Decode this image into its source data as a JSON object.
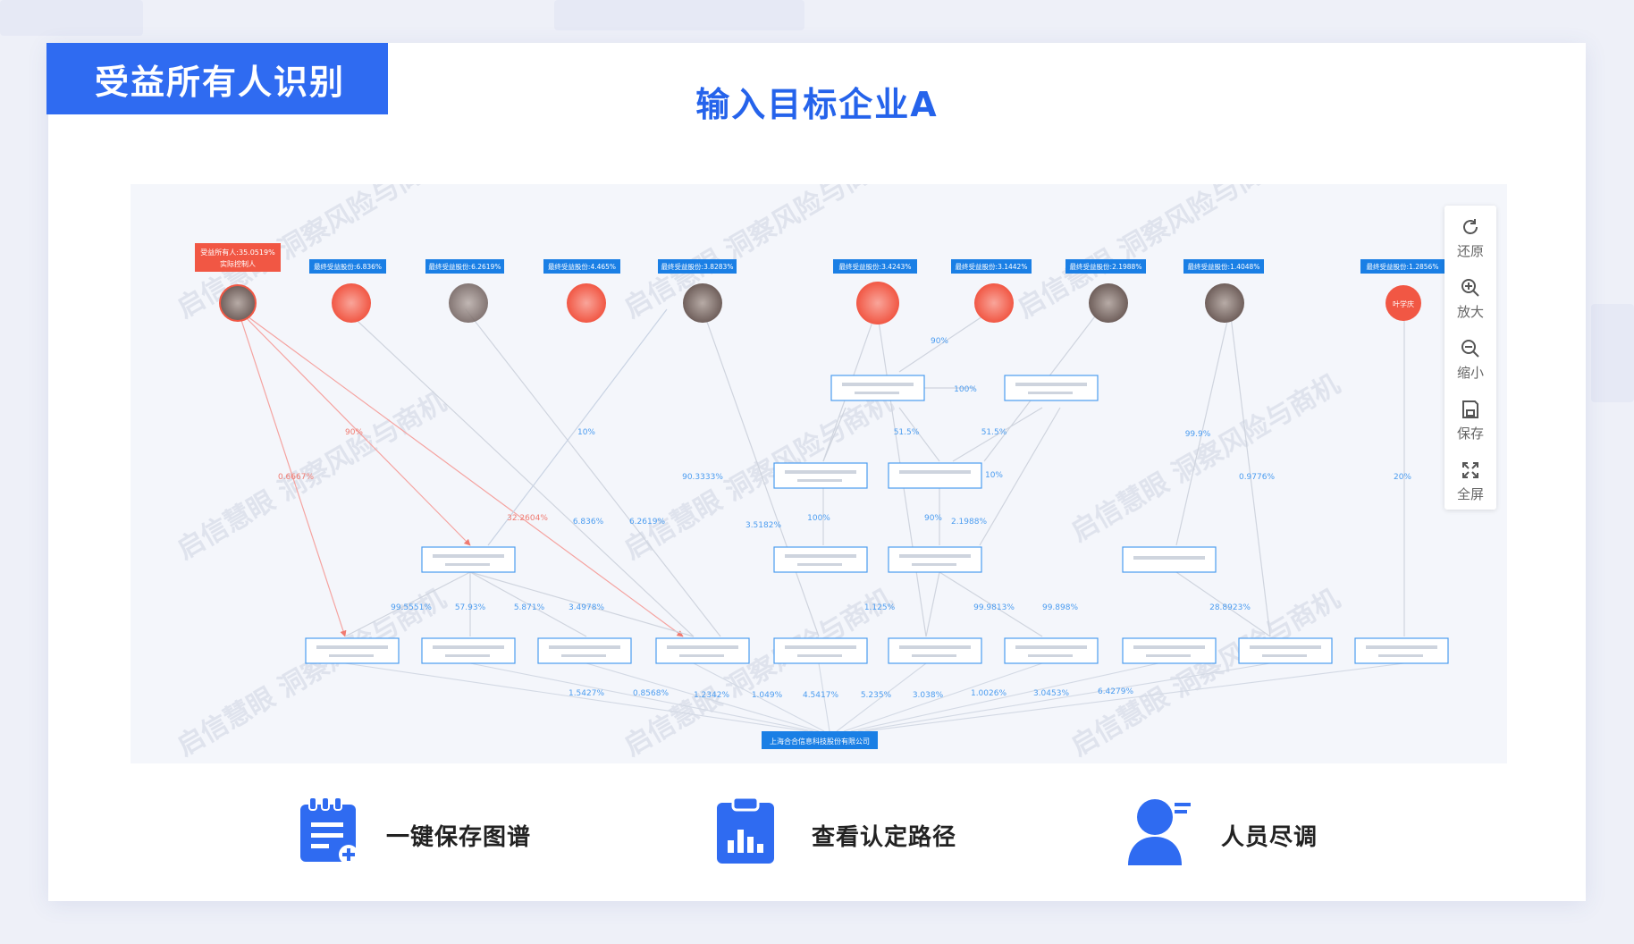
{
  "header": {
    "ribbon_title": "受益所有人识别",
    "subtitle": "输入目标企业A"
  },
  "graph": {
    "top_persons": [
      {
        "tag": "受益所有人:35.0519%",
        "tag2": "实际控制人",
        "style": "primary"
      },
      {
        "tag": "最终受益股份:6.836%"
      },
      {
        "tag": "最终受益股份:6.2619%"
      },
      {
        "tag": "最终受益股份:4.465%"
      },
      {
        "tag": "最终受益股份:3.8283%"
      },
      {
        "tag": "最终受益股份:3.4243%"
      },
      {
        "tag": "最终受益股份:3.1442%"
      },
      {
        "tag": "最终受益股份:2.1988%"
      },
      {
        "tag": "最终受益股份:1.4048%"
      },
      {
        "tag": "最终受益股份:1.2856%",
        "name": "叶学庆"
      }
    ],
    "edge_labels": {
      "e1": "90%",
      "e2": "0.6667%",
      "e3": "10%",
      "e4": "90.3333%",
      "e5": "6.836%",
      "e6": "6.2619%",
      "e7": "3.5182%",
      "e8": "32.2604%",
      "e9": "90%",
      "e10": "100%",
      "e11": "51.5%",
      "e12": "51.5%",
      "e13": "10%",
      "e14": "100%",
      "e15": "90%",
      "e16": "2.1988%",
      "e17": "99.9%",
      "e18": "0.9776%",
      "e19": "20%",
      "e20": "99.5551%",
      "e21": "57.93%",
      "e22": "5.871%",
      "e23": "3.4978%",
      "e24": "1.125%",
      "e25": "99.9813%",
      "e26": "99.898%",
      "e27": "28.8923%",
      "b1": "1.5427%",
      "b2": "0.8568%",
      "b3": "1.2342%",
      "b4": "1.049%",
      "b5": "4.5417%",
      "b6": "5.235%",
      "b7": "3.038%",
      "b8": "1.0026%",
      "b9": "3.0453%",
      "b10": "6.4279%"
    },
    "target_company": "上海合合信息科技股份有限公司"
  },
  "toolbar": {
    "items": [
      {
        "label": "还原",
        "icon": "refresh-icon"
      },
      {
        "label": "放大",
        "icon": "zoom-in-icon"
      },
      {
        "label": "缩小",
        "icon": "zoom-out-icon"
      },
      {
        "label": "保存",
        "icon": "save-icon"
      },
      {
        "label": "全屏",
        "icon": "fullscreen-icon"
      }
    ]
  },
  "actions": [
    {
      "label": "一键保存图谱",
      "icon": "save-graph-icon"
    },
    {
      "label": "查看认定路径",
      "icon": "path-report-icon"
    },
    {
      "label": "人员尽调",
      "icon": "person-check-icon"
    }
  ],
  "watermark": "启信慧眼 洞察风险与商机",
  "colors": {
    "brand": "#2f6bf1",
    "accent_red": "#f45b4a",
    "node_border": "#4b9cf0",
    "edge_red": "#f5a3a0",
    "edge_gray": "#cfd4de"
  }
}
